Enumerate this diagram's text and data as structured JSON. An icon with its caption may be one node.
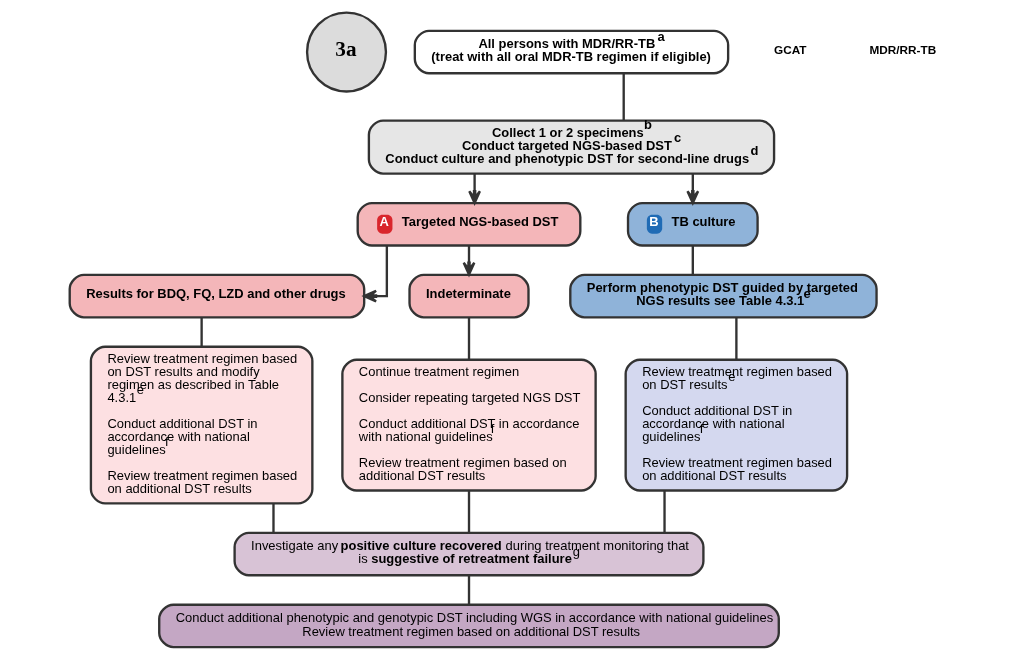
{
  "diagram": {
    "nodes": [
      {
        "text": [
          "3a"
        ]
      },
      {
        "text": [
          "All persons with MDR/RR-TB$^{a}$",
          "(treat with all oral MDR-TB regimen if eligible)"
        ]
      },
      {
        "text": [
          "Collect 1 or 2 specimens$^{b}$",
          "Conduct targeted NGS-based DST$^{c}$",
          "Conduct culture and phenotypic DST for second-line drugs$^{d}$"
        ]
      },
      {
        "text": [
          "A",
          "Targeted NGS-based DST"
        ]
      },
      {
        "text": [
          "Results for BDQ, FQ, LZD and other drugs"
        ]
      },
      {
        "text": [
          "Indeterminate"
        ]
      },
      {
        "text": [
          "Review treatment regimen based on DST results and modify regimen as described in Table 4.3.1$^{e}$",
          "Conduct additional DST in accordance with national guidelines$^{f}$",
          "Review treatment regimen based on additional DST results"
        ]
      },
      {
        "text": [
          "Continue treatment regimen",
          "Consider repeating targeted NGS DST",
          "Conduct additional DST in accordance with national guidelines$^{f}$",
          "Review treatment regimen based on additional DST results"
        ]
      },
      {
        "text": [
          "B",
          "TB culture"
        ]
      },
      {
        "text": [
          "Perform phenotypic DST guided by targeted NGS results see Table 4.3.1$^{e}$"
        ]
      },
      {
        "text": [
          "Review treatment regimen based on DST results$^{e}$",
          "Conduct additional DST in accordance with national guidelines$^{f}$",
          "Review treatment regimen based on additional DST results"
        ]
      },
      {
        "text": [
          "Investigate any **positive culture recovered** during treatment monitoring that is **suggestive of retreatment failure**$^{g}$"
        ]
      },
      {
        "text": [
          "Conduct additional phenotypic and genotypic DST including WGS in accordance with national guidelines",
          "Review treatment regimen based on additional DST results"
        ]
      }
    ],
    "edges": [
      {
        "from": 1,
        "to": 2,
        "arrow": "none"
      },
      {
        "from": 2,
        "to": 3,
        "arrow": "to"
      },
      {
        "from": 2,
        "to": 8,
        "arrow": "to"
      },
      {
        "from": 3,
        "to": 4,
        "arrow": "to"
      },
      {
        "from": 3,
        "to": 5,
        "arrow": "to"
      },
      {
        "from": 4,
        "to": 6,
        "arrow": "none"
      },
      {
        "from": 5,
        "to": 7,
        "arrow": "none"
      },
      {
        "from": 8,
        "to": 9,
        "arrow": "none"
      },
      {
        "from": 9,
        "to": 10,
        "arrow": "none"
      },
      {
        "from": 6,
        "to": 11,
        "arrow": "none"
      },
      {
        "from": 7,
        "to": 11,
        "arrow": "none"
      },
      {
        "from": 10,
        "to": 11,
        "arrow": "none"
      },
      {
        "from": 11,
        "to": 12,
        "arrow": "none"
      }
    ],
    "labels": [
      "MDR/RR-TB",
      "GCAT"
    ]
  }
}
